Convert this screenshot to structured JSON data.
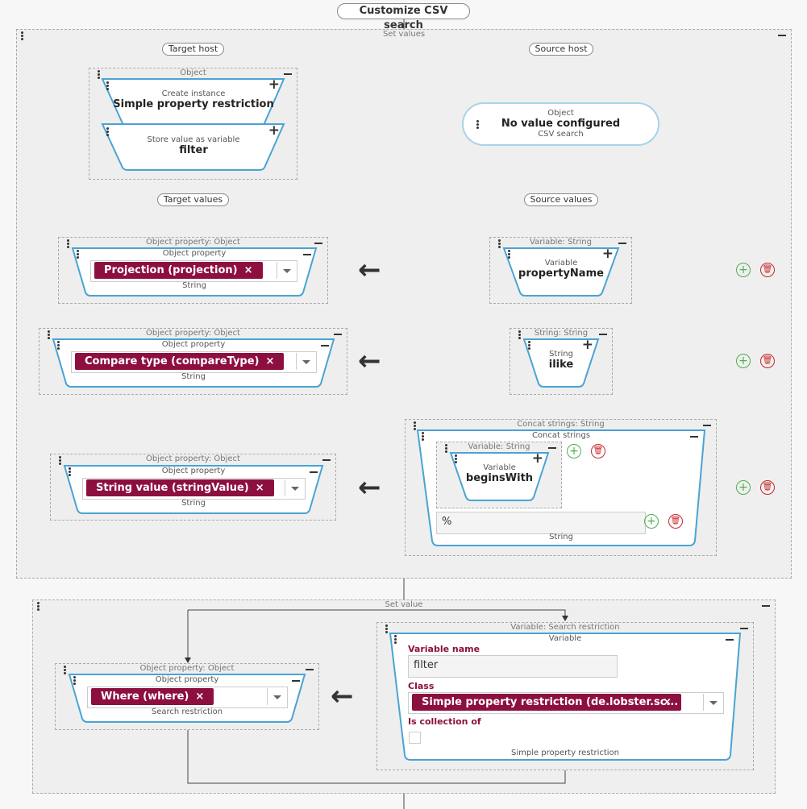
{
  "title": "Customize CSV search",
  "set_values": {
    "label": "Set values",
    "target_host": "Target host",
    "source_host": "Source host",
    "target_values": "Target values",
    "source_values": "Source values",
    "object_box": {
      "label": "Object",
      "create": {
        "small": "Create instance",
        "big": "Simple property restriction"
      },
      "store": {
        "small": "Store value as variable",
        "big": "filter"
      }
    },
    "source_object": {
      "small": "Object",
      "big": "No value configured",
      "sub": "CSV search"
    },
    "rows": [
      {
        "outer_label": "Object property: Object",
        "inner_label": "Object property",
        "tag": "Projection (projection)",
        "type": "String"
      },
      {
        "outer_label": "Object property: Object",
        "inner_label": "Object property",
        "tag": "Compare type (compareType)",
        "type": "String"
      },
      {
        "outer_label": "Object property: Object",
        "inner_label": "Object property",
        "tag": "String value (stringValue)",
        "type": "String"
      }
    ],
    "src_variable": {
      "outer_label": "Variable: String",
      "small": "Variable",
      "big": "propertyName"
    },
    "src_string": {
      "outer_label": "String: String",
      "small": "String",
      "big": "ilike"
    },
    "concat": {
      "outer_label": "Concat strings: String",
      "inner_label": "Concat strings",
      "variable": {
        "outer_label": "Variable: String",
        "small": "Variable",
        "big": "beginsWith"
      },
      "text_value": "%",
      "type": "String"
    }
  },
  "set_value": {
    "label": "Set value",
    "target": {
      "outer_label": "Object property: Object",
      "inner_label": "Object property",
      "tag": "Where (where)",
      "type": "Search restriction"
    },
    "variable": {
      "outer_label": "Variable: Search restriction",
      "inner_label": "Variable",
      "name_label": "Variable name",
      "name_value": "filter",
      "class_label": "Class",
      "class_tag": "Simple property restriction (de.lobster.sc...",
      "collection_label": "Is collection of",
      "type": "Simple property restriction"
    }
  },
  "icons": {
    "close": "×",
    "add": "+",
    "delete": "trash-icon",
    "arrow": "arrow-left-icon"
  },
  "colors": {
    "accent": "#4aa3d4",
    "tag": "#8c0f3f",
    "add": "#4caf50",
    "delete": "#c62828"
  }
}
